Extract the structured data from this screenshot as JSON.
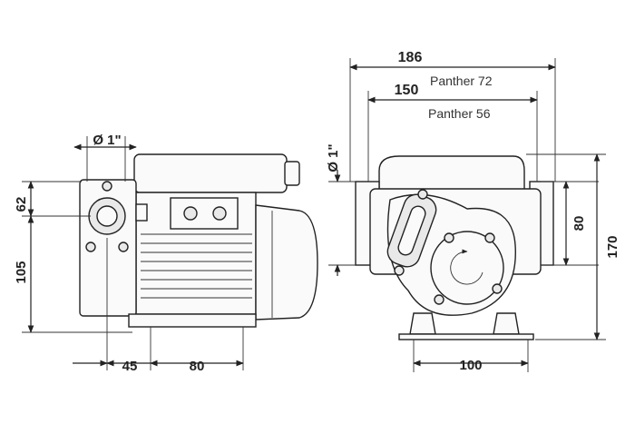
{
  "dimensions": {
    "left_view": {
      "inlet_diameter": "Ø 1\"",
      "height_62": "62",
      "height_105": "105",
      "width_45": "45",
      "width_80": "80"
    },
    "right_view": {
      "width_186": "186",
      "width_150": "150",
      "model_72": "Panther 72",
      "model_56": "Panther 56",
      "outlet_diameter": "Ø 1\"",
      "height_80": "80",
      "height_170": "170",
      "width_100": "100"
    }
  }
}
